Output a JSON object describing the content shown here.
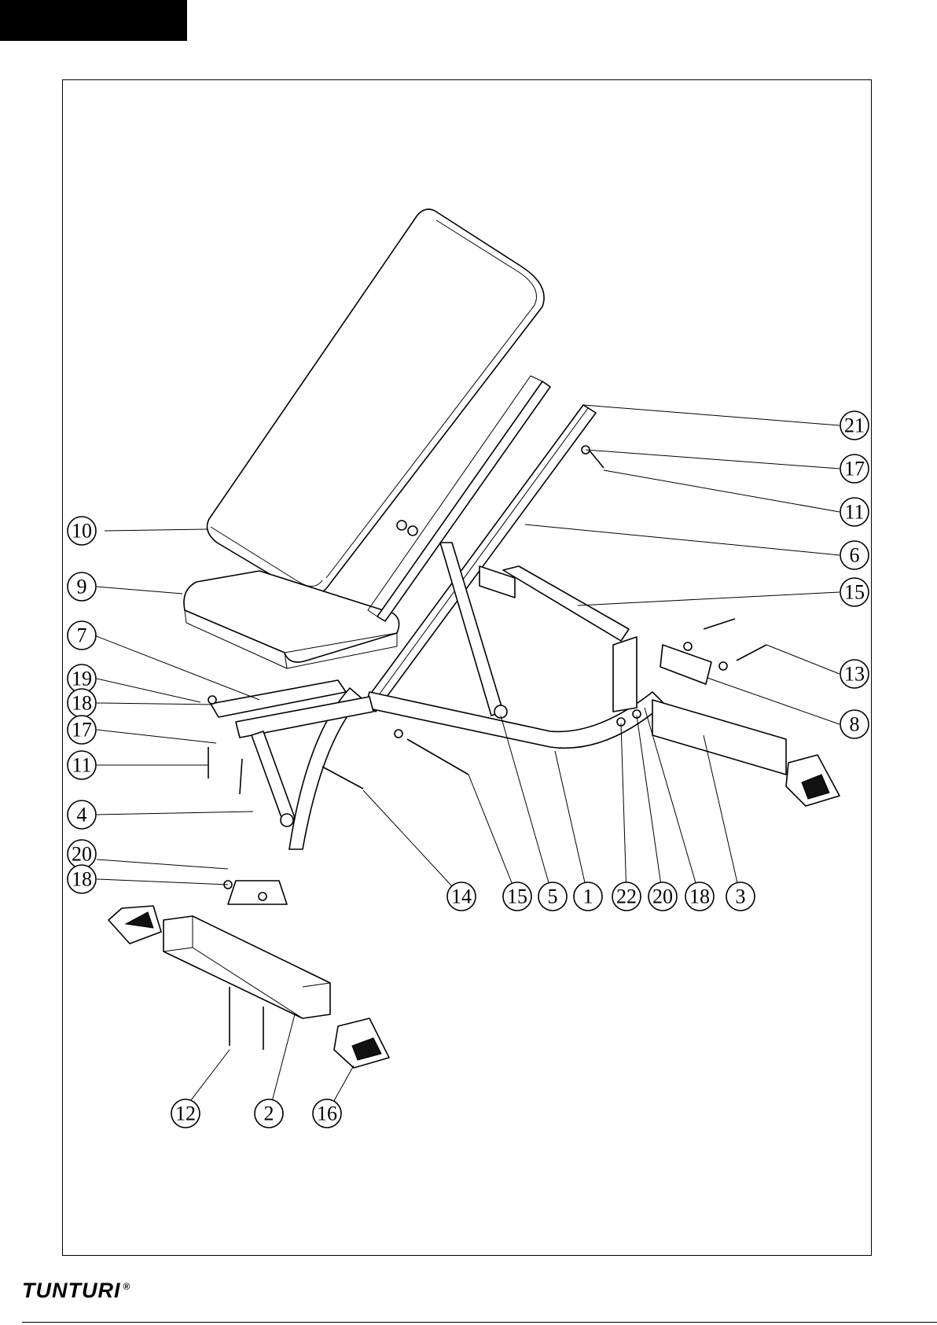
{
  "brand": {
    "name": "TUNTURI",
    "registered_mark": "®"
  },
  "callouts": {
    "c21": "21",
    "c17a": "17",
    "c11a": "11",
    "c6": "6",
    "c15a": "15",
    "c13": "13",
    "c8": "8",
    "c10": "10",
    "c9": "9",
    "c7": "7",
    "c19": "19",
    "c18a": "18",
    "c17b": "17",
    "c11b": "11",
    "c4": "4",
    "c20a": "20",
    "c18b": "18",
    "c14": "14",
    "c15b": "15",
    "c5": "5",
    "c1": "1",
    "c22": "22",
    "c20b": "20",
    "c18c": "18",
    "c3": "3",
    "c12": "12",
    "c2": "2",
    "c16": "16"
  }
}
